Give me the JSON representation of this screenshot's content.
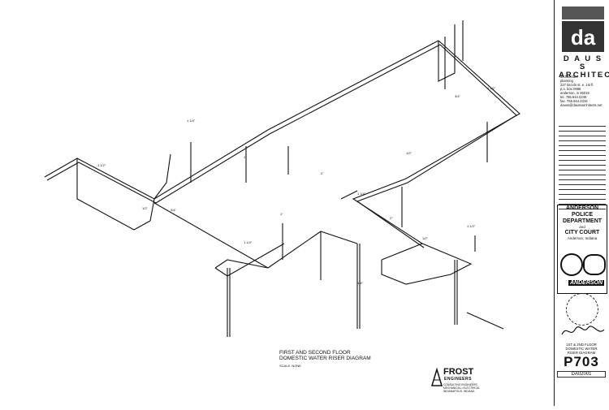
{
  "firm": {
    "name_line1": "D A U S S",
    "name_line2": "ARCHITECTS",
    "services": [
      "architecture",
      "planning"
    ],
    "address": [
      "227 lincoln st. e. 1st fl.",
      "p.o. box 0986",
      "anderson, in 46016"
    ],
    "phone": "tel. 765.644.0246",
    "fax": "fax. 765.644.2316",
    "email": "dauss@daussarchitects.net"
  },
  "project": {
    "name": [
      "ANDERSON",
      "POLICE",
      "DEPARTMENT",
      "and",
      "CITY COURT"
    ],
    "location": "Anderson, Indiana",
    "city_logo_text": "ANDERSON"
  },
  "drawing": {
    "title_line1": "FIRST AND SECOND FLOOR",
    "title_line2": "DOMESTIC WATER RISER DIAGRAM",
    "scale": "SCALE: NONE"
  },
  "sheet": {
    "title": [
      "1ST & 2ND FLOOR",
      "DOMESTIC WATER",
      "RISER DIAGRAM"
    ],
    "number": "P703",
    "code": "DA02001"
  },
  "engineer": {
    "name": "FROST",
    "sub": "ENGINEERS",
    "lines": [
      "CONSULTING ENGINEERS",
      "MECHANICAL • ELECTRICAL",
      "INDIANAPOLIS, INDIANA"
    ]
  },
  "pipe_labels": [
    "1 1/4\"",
    "1 1/2\"",
    "1/2\"",
    "3/4\"",
    "1\"",
    "2\"",
    "1 1/4\"",
    "1/2\"",
    "3/4\"",
    "1 1/2\"",
    "1\"",
    "2\"",
    "1/2\"",
    "3/4\"",
    "1 1/4\"",
    "1 1/2\""
  ]
}
